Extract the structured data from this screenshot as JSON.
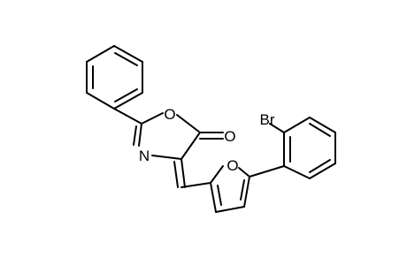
{
  "molecule": {
    "atoms": {
      "ring_oxygen": "O",
      "carbonyl_oxygen": "O",
      "ring_nitrogen": "N",
      "furan_oxygen": "O",
      "bromine": "Br"
    }
  },
  "colors": {
    "bond": "#000000",
    "label": "#000000",
    "background": "#ffffff"
  }
}
